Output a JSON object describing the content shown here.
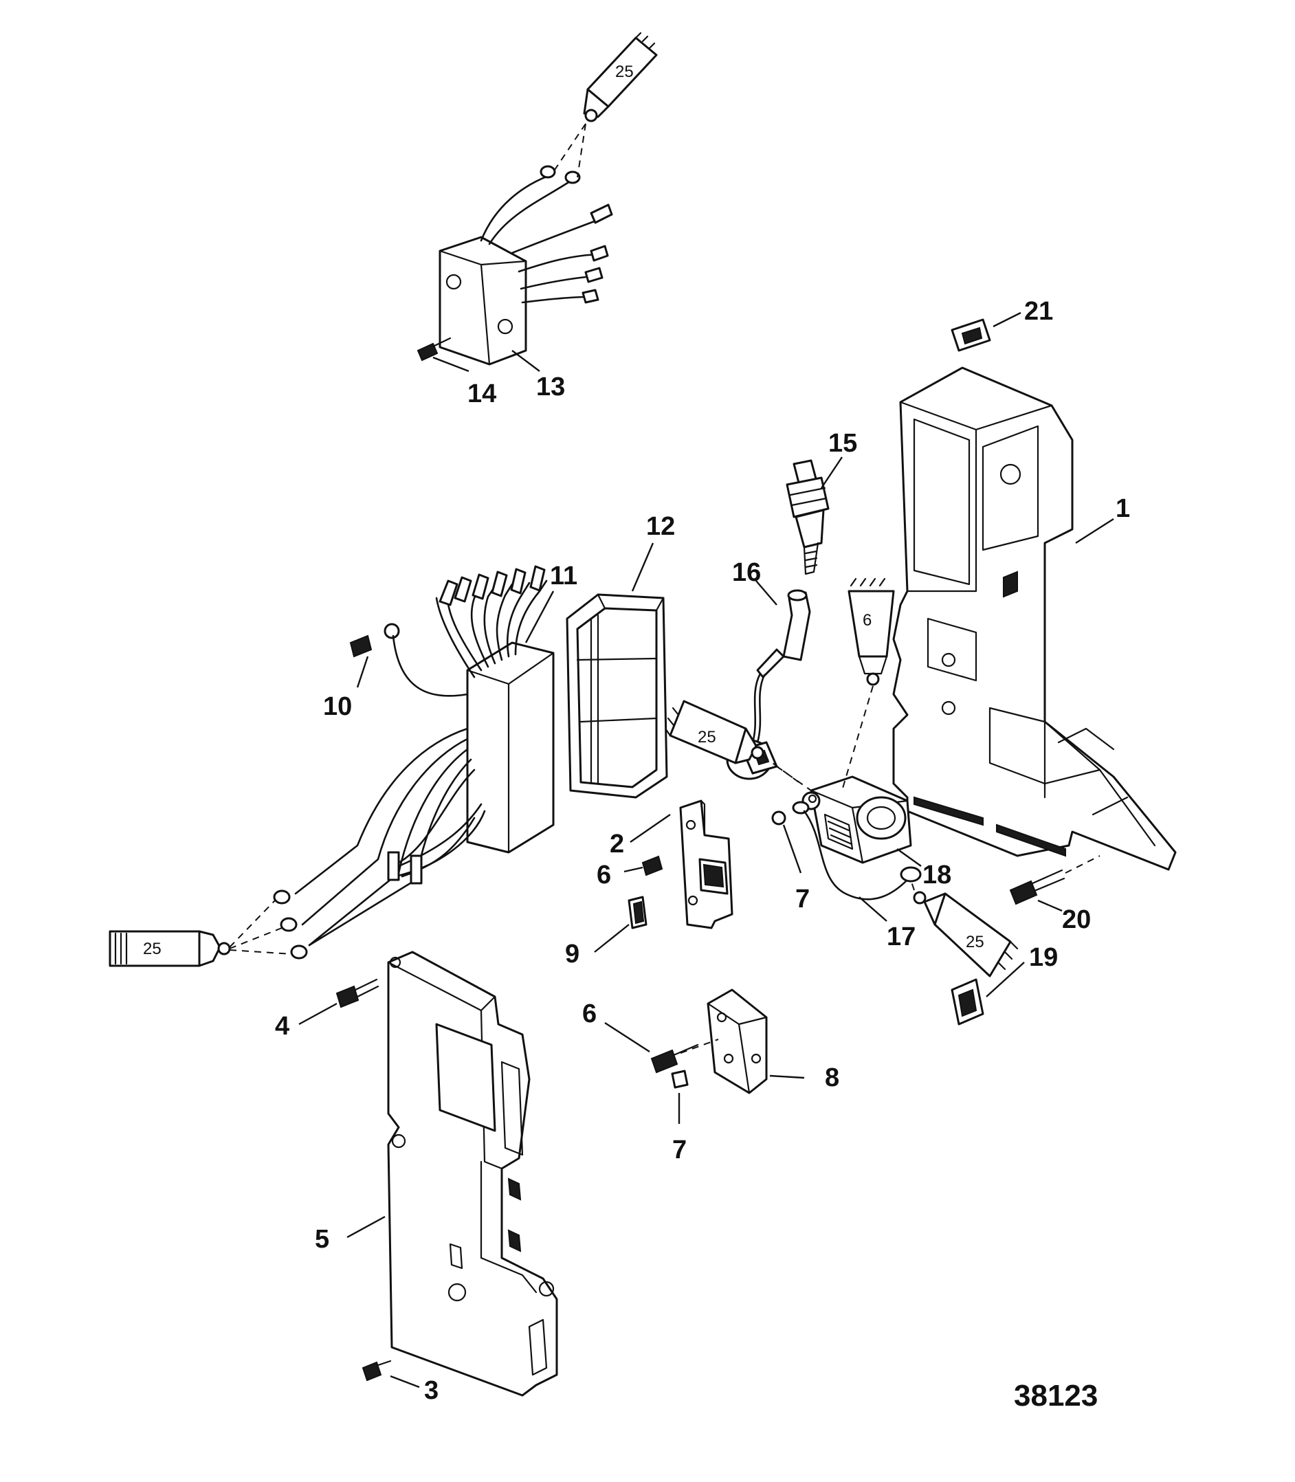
{
  "figure_number": "38123",
  "callouts": {
    "c1": "1",
    "c2": "2",
    "c3": "3",
    "c4": "4",
    "c5": "5",
    "c6a": "6",
    "c6b": "6",
    "c7a": "7",
    "c7b": "7",
    "c8": "8",
    "c9": "9",
    "c10": "10",
    "c11": "11",
    "c12": "12",
    "c13": "13",
    "c14": "14",
    "c15": "15",
    "c16": "16",
    "c17": "17",
    "c18": "18",
    "c19": "19",
    "c20": "20",
    "c21": "21"
  },
  "tubes": {
    "top": "25",
    "left": "25",
    "middle": "25",
    "six": "6",
    "lower_right": "25"
  },
  "colors": {
    "ink": "#111111",
    "paper": "#ffffff"
  }
}
